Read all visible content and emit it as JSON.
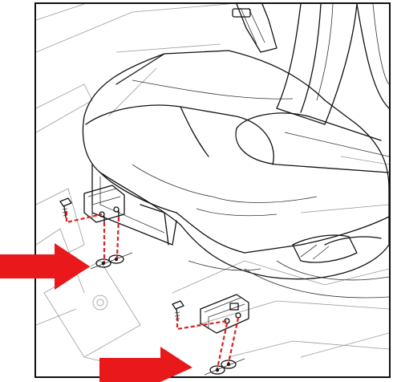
{
  "illustration": {
    "subject": "seat-track-installation",
    "colors": {
      "line": "#111111",
      "background": "#ffffff",
      "callout": "#e01e1e"
    }
  },
  "callouts": [
    {
      "id": "front-left-mount",
      "icon": "red-arrow-right"
    },
    {
      "id": "rear-left-mount",
      "icon": "red-arrow-right"
    }
  ]
}
